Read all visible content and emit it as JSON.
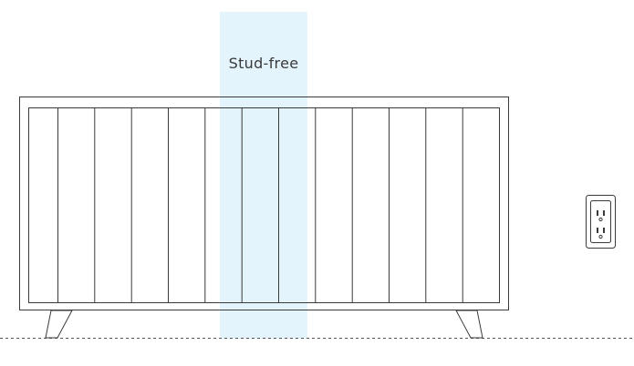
{
  "zone": {
    "label": "Stud-free",
    "color": "#e4f4fc"
  },
  "cabinet": {
    "panel_count": 13,
    "stroke_color": "#3a3a3a"
  },
  "floor": {
    "style": "dashed",
    "color": "#555555"
  },
  "outlet": {
    "icon": "electrical-outlet-icon"
  }
}
